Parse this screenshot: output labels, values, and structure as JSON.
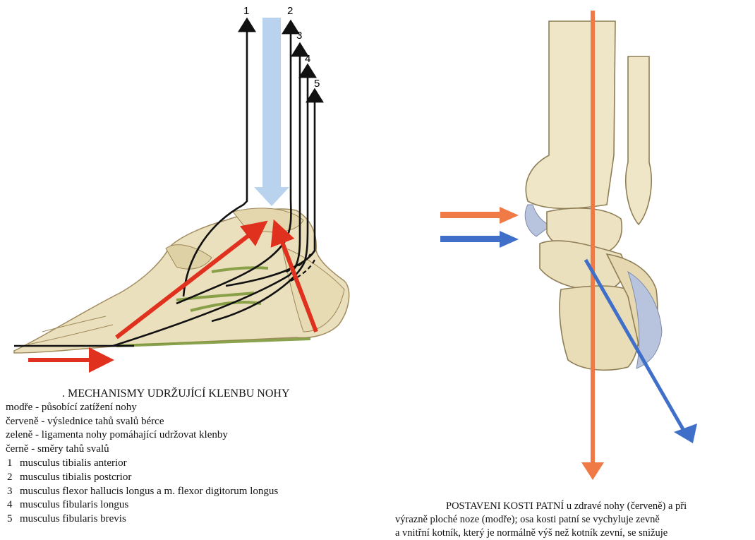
{
  "left_figure": {
    "arrow_labels": [
      "1",
      "2",
      "3",
      "4",
      "5"
    ]
  },
  "legend": {
    "title": ". MECHANISMY UDRŽUJÍCÍ KLENBU NOHY",
    "colors": [
      "modře - působící zatížení nohy",
      "červeně - výslednice tahů svalů bérce",
      "zeleně - ligamenta nohy pomáhající udržovat klenby",
      "černě - směry tahů svalů"
    ],
    "muscles": [
      {
        "num": "1",
        "name": "musculus tibialis anterior"
      },
      {
        "num": "2",
        "name": "musculus tibialis postcrior"
      },
      {
        "num": "3",
        "name": "musculus flexor hallucis longus a m. flexor digitorum longus"
      },
      {
        "num": "4",
        "name": "musculus fibularis longus"
      },
      {
        "num": "5",
        "name": "musculus fibularis brevis"
      }
    ]
  },
  "caption": {
    "lines": [
      "POSTAVENI KOSTI PATNÍ u zdravé nohy (červeně) a při",
      "výrazně ploché noze (modře); osa kosti patní se vychyluje zevně",
      "a vnitřní kotník, který je normálně výš než kotník zevní, se snižuje"
    ]
  },
  "colors": {
    "load_blue": "#b9d3ef",
    "muscle_red": "#e0301e",
    "ligament_green": "#7f9a3c",
    "bone": "#ece2c0",
    "axis_orange": "#f07a45",
    "axis_blue": "#3f6fc8",
    "muscle_black": "#111111"
  }
}
